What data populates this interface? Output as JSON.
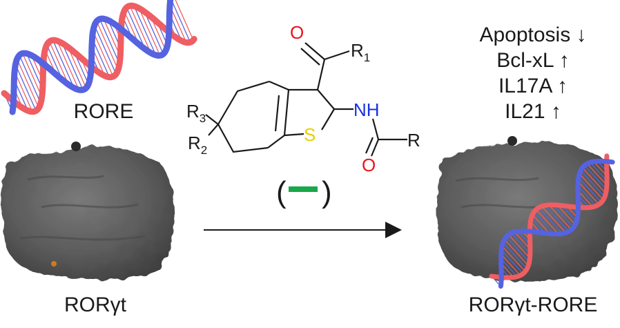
{
  "labels": {
    "rore": "RORE",
    "ror": "RORγt",
    "complex": "RORγt-RORE",
    "inhibit_open": "(",
    "inhibit_close": ")"
  },
  "effects": [
    {
      "text": "Apoptosis ↓"
    },
    {
      "text": "Bcl-xL ↑"
    },
    {
      "text": "IL17A ↑"
    },
    {
      "text": "IL21 ↑"
    }
  ],
  "molecule": {
    "o_top": "O",
    "r1": "R",
    "r1_sub": "1",
    "nh": "NH",
    "s": "S",
    "r": "R",
    "o_bottom": "O",
    "r3": "R",
    "r3_sub": "3",
    "r2": "R",
    "r2_sub": "2"
  },
  "colors": {
    "oxygen": "#e8141c",
    "nitrogen": "#1530e0",
    "sulfur": "#e6d000",
    "inhibit_bar": "#19a84a",
    "dna_red": "#ef5e62",
    "dna_blue": "#5563e0",
    "protein": "#5a5a5a"
  }
}
